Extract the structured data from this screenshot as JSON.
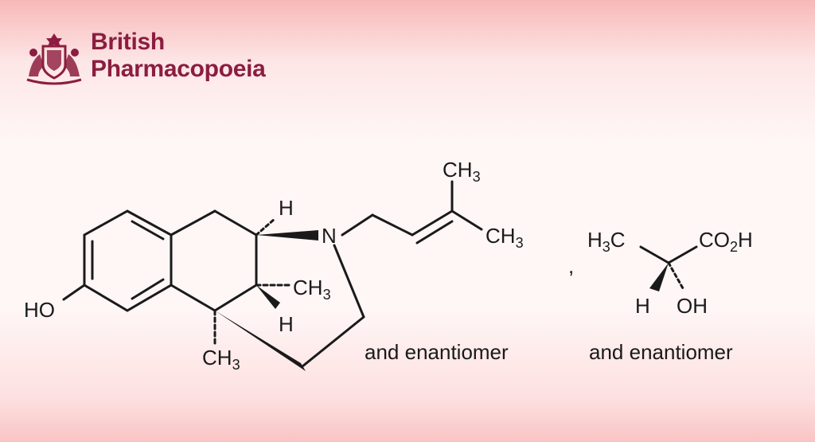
{
  "brand": {
    "line1": "British",
    "line2": "Pharmacopoeia",
    "color": "#8c1d40",
    "logo_icon": "royal-coat-of-arms-icon"
  },
  "molecule": {
    "ho": "HO",
    "n": "N",
    "h_top": "H",
    "h_mid": "H",
    "ch3_ring": "CH",
    "ch3_ring_sub": "3",
    "ch3_bottom": "CH",
    "ch3_bottom_sub": "3",
    "ch3_top": "CH",
    "ch3_top_sub": "3",
    "ch3_right": "CH",
    "ch3_right_sub": "3",
    "enantiomer": "and enantiomer"
  },
  "separator": ",",
  "acid": {
    "h3c_h": "H",
    "h3c_sub": "3",
    "h3c_c": "C",
    "co2h_co": "CO",
    "co2h_sub": "2",
    "co2h_h": "H",
    "h": "H",
    "oh": "OH",
    "enantiomer": "and enantiomer"
  }
}
